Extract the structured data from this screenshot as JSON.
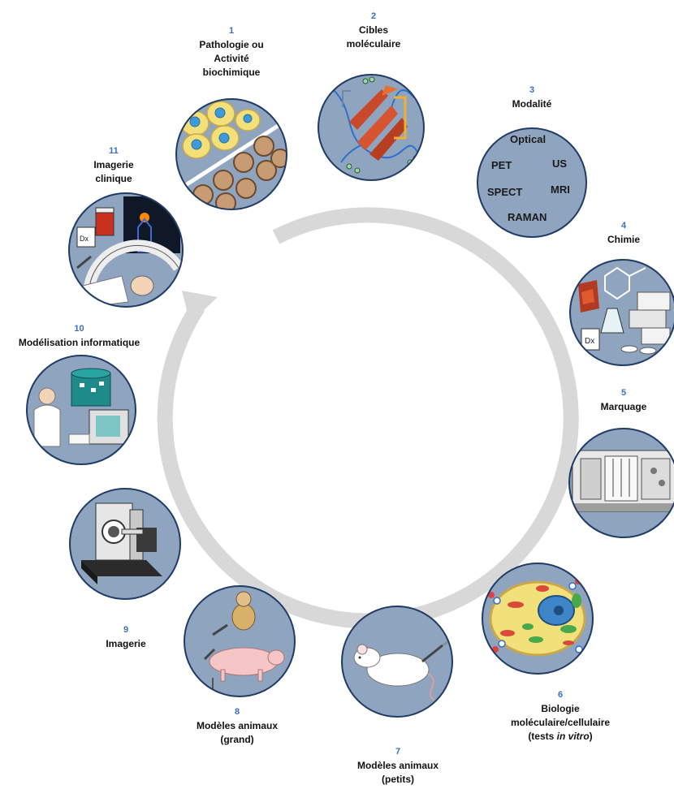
{
  "colors": {
    "circle_fill": "#8ea4bf",
    "circle_stroke": "#1f3b66",
    "cycle_arrow": "#d8d8d8",
    "number_text": "#3a6fc4",
    "label_text": "#111111"
  },
  "steps": [
    {
      "number": "1",
      "lines": [
        "Pathologie  ou",
        "Activité",
        "biochimique"
      ],
      "icon": "cells-icon"
    },
    {
      "number": "2",
      "lines": [
        "Cibles",
        "moléculaire"
      ],
      "icon": "protein-structure-icon"
    },
    {
      "number": "3",
      "lines": [
        "Modalité"
      ],
      "icon": "modality-icon",
      "modalities": [
        "Optical",
        "PET",
        "US",
        "SPECT",
        "MRI",
        "RAMAN"
      ]
    },
    {
      "number": "4",
      "lines": [
        "Chimie"
      ],
      "icon": "chemistry-icon"
    },
    {
      "number": "5",
      "lines": [
        "Marquage"
      ],
      "icon": "synthesis-module-icon"
    },
    {
      "number": "6",
      "lines": [
        "Biologie",
        "moléculaire/cellulaire"
      ],
      "italic_line": {
        "prefix": "(tests ",
        "italic": "in vitro",
        "suffix": ")"
      },
      "icon": "cell-icon"
    },
    {
      "number": "7",
      "lines": [
        "Modèles  animaux",
        "(petits)"
      ],
      "icon": "mouse-icon"
    },
    {
      "number": "8",
      "lines": [
        "Modèles  animaux",
        "(grand)"
      ],
      "icon": "large-animals-icon"
    },
    {
      "number": "9",
      "lines": [
        "Imagerie"
      ],
      "icon": "preclinical-scanner-icon"
    },
    {
      "number": "10",
      "lines": [
        "Modélisation  informatique"
      ],
      "icon": "computer-modeling-icon"
    },
    {
      "number": "11",
      "lines": [
        "Imagerie",
        "clinique"
      ],
      "icon": "clinical-scanner-icon"
    }
  ]
}
